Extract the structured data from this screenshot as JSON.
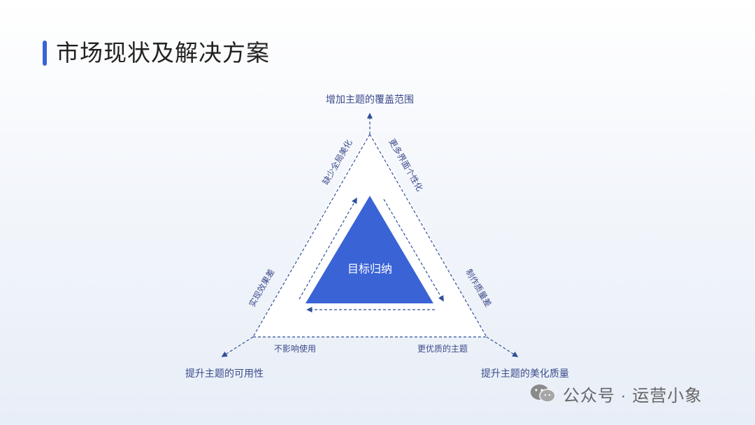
{
  "page": {
    "title": "市场现状及解决方案"
  },
  "diagram": {
    "center_label": "目标归纳",
    "vertices": {
      "top": "增加主题的覆盖范围",
      "bottom_left": "提升主题的可用性",
      "bottom_right": "提升主题的美化质量"
    },
    "edge_labels": {
      "left_upper": "缺少全局美化",
      "left_lower": "实现效果差",
      "right_upper": "更多界面个性化",
      "right_lower": "制作质量差",
      "bottom_left": "不影响使用",
      "bottom_right": "更优质的主题"
    },
    "colors": {
      "accent": "#3a63d6",
      "line": "#2f4f9a",
      "label": "#3b4a8a"
    }
  },
  "watermark": {
    "text": "公众号 · 运营小象",
    "icon": "wechat-icon"
  }
}
